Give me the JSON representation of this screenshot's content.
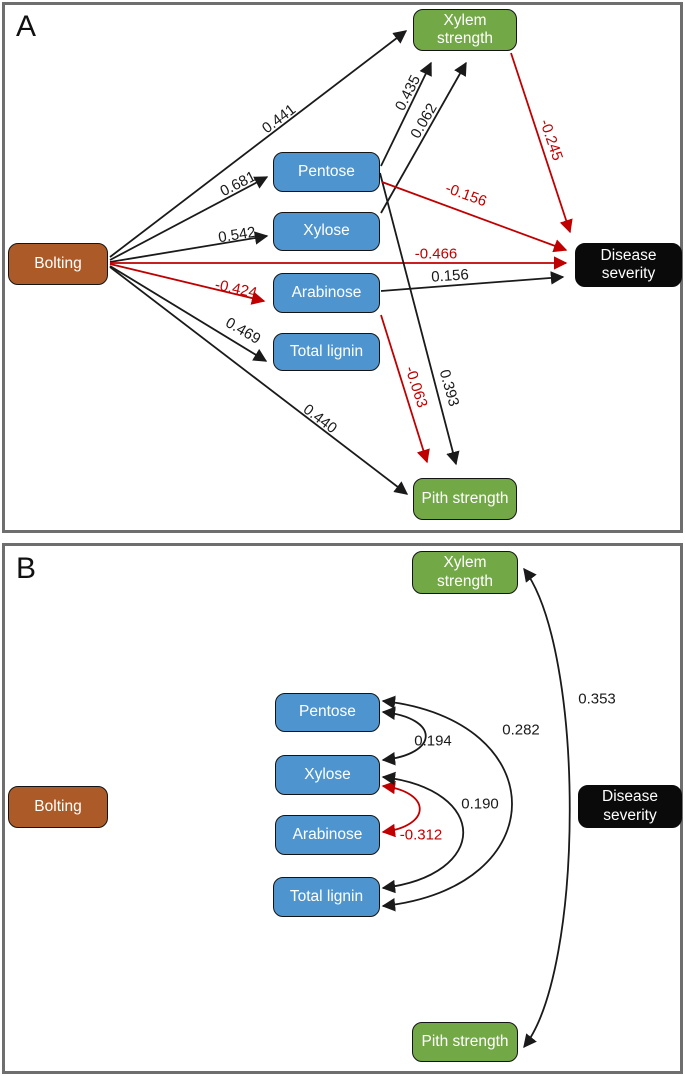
{
  "figure": {
    "colors": {
      "predictor_box": "#AC5B28",
      "component_box": "#4E95D0",
      "strength_box": "#73A846",
      "outcome_box": "#0A0A0A",
      "negative_edge": "#C00000",
      "positive_edge": "#1A1A1A",
      "panel_border": "#6E6E6E"
    },
    "panel_a": {
      "label": "A",
      "nodes": {
        "bolting": "Bolting",
        "xylem_strength": "Xylem strength",
        "pentose": "Pentose",
        "xylose": "Xylose",
        "arabinose": "Arabinose",
        "total_lignin": "Total lignin",
        "pith_strength": "Pith strength",
        "disease_severity": "Disease severity"
      },
      "path_coefficients": {
        "bolting_to_xylem_strength": "0.441",
        "bolting_to_pentose": "0.681",
        "bolting_to_xylose": "0.542",
        "bolting_to_arabinose": "-0.424",
        "bolting_to_total_lignin": "0.469",
        "bolting_to_pith_strength": "0.440",
        "bolting_to_disease_severity": "-0.466",
        "pentose_to_xylem_strength": "0.435",
        "xylose_to_xylem_strength": "0.062",
        "pentose_to_pith_strength": "0.393",
        "arabinose_to_pith_strength": "-0.063",
        "xylem_strength_to_disease_severity": "-0.245",
        "pentose_to_disease_severity": "-0.156",
        "arabinose_to_disease_severity": "0.156"
      }
    },
    "panel_b": {
      "label": "B",
      "nodes": {
        "bolting": "Bolting",
        "xylem_strength": "Xylem strength",
        "pentose": "Pentose",
        "xylose": "Xylose",
        "arabinose": "Arabinose",
        "total_lignin": "Total lignin",
        "pith_strength": "Pith strength",
        "disease_severity": "Disease severity"
      },
      "correlations": {
        "pentose_xylose": "0.194",
        "xylose_arabinose": "-0.312",
        "xylose_total_lignin": "0.190",
        "pentose_total_lignin": "0.282",
        "xylem_strength_pith_strength": "0.353"
      }
    }
  }
}
